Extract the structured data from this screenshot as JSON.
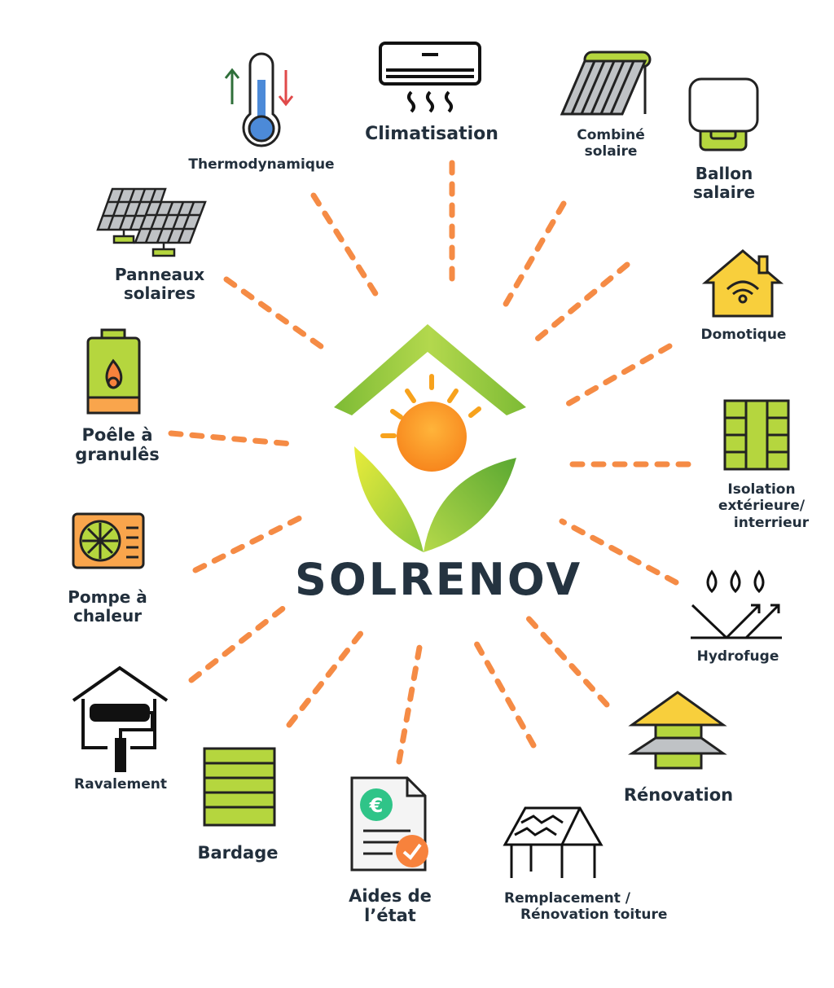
{
  "brand": {
    "name": "SOLRENOV",
    "colors": {
      "green": "#8cc63f",
      "orange": "#f7941d",
      "dash": "#f58b45",
      "text": "#243340"
    }
  },
  "services": [
    {
      "id": "climatisation",
      "icon": "air-conditioner-icon",
      "lines": [
        "Climatisation"
      ]
    },
    {
      "id": "combine-solaire",
      "icon": "solar-water-heater-icon",
      "lines": [
        "Combiné",
        "solaire"
      ]
    },
    {
      "id": "ballon-solaire",
      "icon": "water-tank-icon",
      "lines": [
        "Ballon",
        "salaire"
      ]
    },
    {
      "id": "domotique",
      "icon": "smart-home-icon",
      "lines": [
        "Domotique"
      ]
    },
    {
      "id": "isolation",
      "icon": "insulation-panel-icon",
      "lines": [
        "Isolation",
        "extérieure/",
        "interrieur"
      ]
    },
    {
      "id": "hydrofuge",
      "icon": "water-repellent-icon",
      "lines": [
        "Hydrofuge"
      ]
    },
    {
      "id": "renovation",
      "icon": "roof-layers-icon",
      "lines": [
        "Rénovation"
      ]
    },
    {
      "id": "toiture",
      "icon": "roof-structure-icon",
      "lines": [
        "Remplacement /",
        "Rénovation toiture"
      ]
    },
    {
      "id": "aides",
      "icon": "grant-document-icon",
      "lines": [
        "Aides de",
        "l’état"
      ]
    },
    {
      "id": "bardage",
      "icon": "cladding-icon",
      "lines": [
        "Bardage"
      ]
    },
    {
      "id": "ravalement",
      "icon": "paint-roller-house-icon",
      "lines": [
        "Ravalement"
      ]
    },
    {
      "id": "pompe",
      "icon": "heat-pump-icon",
      "lines": [
        "Pompe à",
        "chaleur"
      ]
    },
    {
      "id": "poele",
      "icon": "pellet-stove-icon",
      "lines": [
        "Poêle à",
        "granulês"
      ]
    },
    {
      "id": "panneaux",
      "icon": "solar-panels-icon",
      "lines": [
        "Panneaux",
        "solaires"
      ]
    },
    {
      "id": "thermodynamique",
      "icon": "thermometer-icon",
      "lines": [
        "Thermodynamique"
      ]
    }
  ]
}
